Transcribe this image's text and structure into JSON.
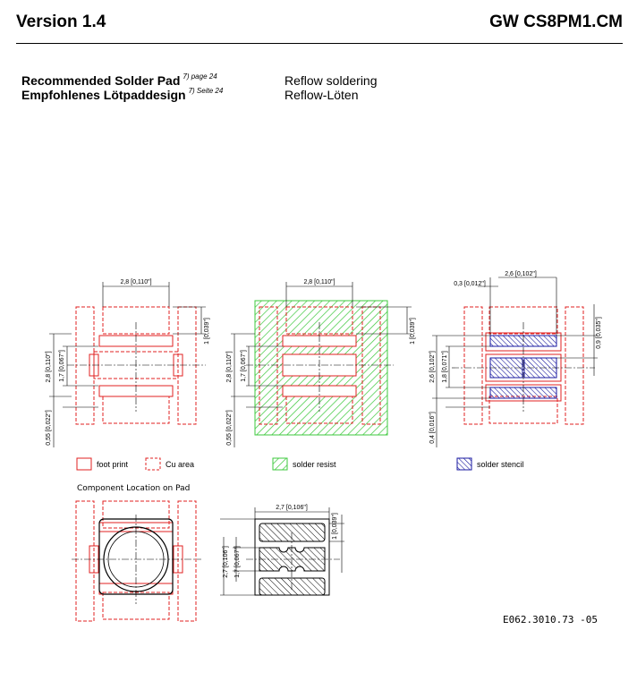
{
  "header": {
    "version": "Version 1.4",
    "product": "GW CS8PM1.CM"
  },
  "section": {
    "title_en": "Recommended Solder Pad",
    "title_en_ref": "7) page 24",
    "title_de": "Empfohlenes Lötpaddesign",
    "title_de_ref": "7) Seite 24",
    "process_en": "Reflow soldering",
    "process_de": "Reflow-Löten"
  },
  "dimensions": {
    "pad_spacing_28": "2,8 [0,110\"]",
    "pad_height_1": "1 [0,039\"]",
    "total_28": "2,8 [0,110\"]",
    "inner_17": "1,7 [0,067\"]",
    "gap_055": "0,55 [0,022\"]",
    "stencil_03": "0,3 [0,012\"]",
    "stencil_26": "2,6 [0,102\"]",
    "stencil_09": "0,9 [0,035\"]",
    "stencil_h26": "2,6 [0,102\"]",
    "stencil_18": "1,8 [0,071\"]",
    "stencil_04": "0,4 [0,016\"]",
    "comp_27w": "2,7 [0,106\"]",
    "comp_1": "1 [0,039\"]",
    "comp_27h": "2,7 [0,106\"]",
    "comp_17": "1,7 [0,067\"]"
  },
  "legend": {
    "footprint": "foot print",
    "cu_area": "Cu area",
    "solder_resist": "solder resist",
    "solder_stencil": "solder stencil"
  },
  "component_title": "Component Location on Pad",
  "drawing_code": "E062.3010.73 -05",
  "colors": {
    "footprint": "#e02020",
    "resist": "#3cc83c",
    "stencil": "#1a1aa0"
  }
}
